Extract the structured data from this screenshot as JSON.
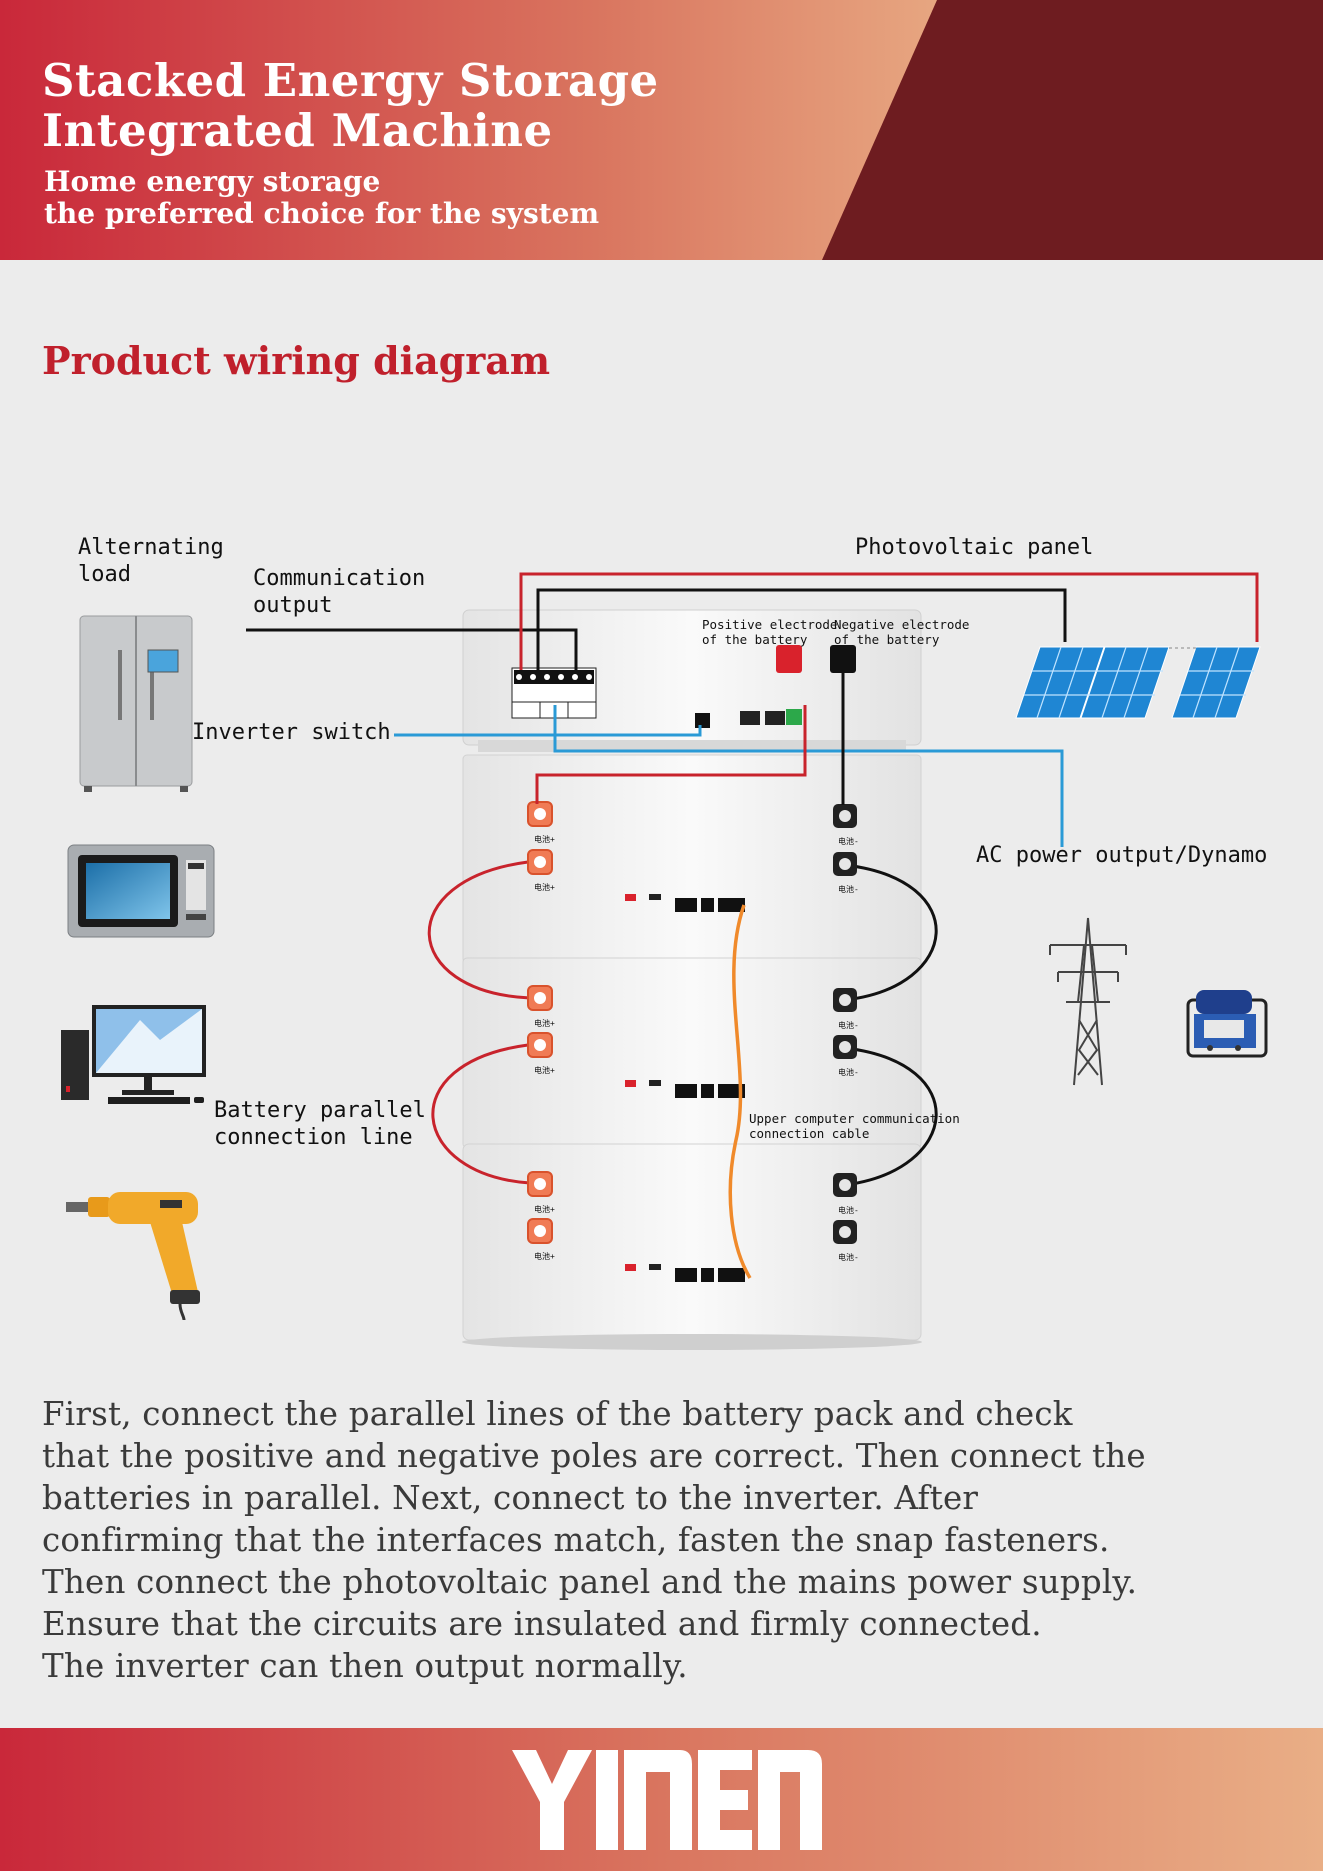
{
  "header": {
    "title": "Stacked Energy Storage\nIntegrated Machine",
    "subtitle": "Home energy storage\nthe preferred choice for the system"
  },
  "section_title": "Product wiring diagram",
  "diagram": {
    "labels": {
      "alternating_load": "Alternating\nload",
      "communication_output": "Communication\noutput",
      "inverter_switch": "Inverter switch",
      "photovoltaic_panel": "Photovoltaic panel",
      "positive_electrode": "Positive electrode\nof the battery",
      "negative_electrode": "Negative electrode\nof the battery",
      "ac_power_output": "AC power output/Dynamo",
      "battery_parallel": "Battery parallel\nconnection line",
      "upper_computer": "Upper computer communication\nconnection cable"
    },
    "terminal_pos": "电池+",
    "terminal_neg": "电池-",
    "wire_colors": {
      "positive": "#c8232c",
      "negative": "#111111",
      "signal": "#2a9ad6",
      "communication": "#f08a2b"
    },
    "icons": [
      "refrigerator-icon",
      "microwave-icon",
      "desktop-computer-icon",
      "electric-drill-icon",
      "solar-panel-icon",
      "transmission-tower-icon",
      "generator-icon"
    ]
  },
  "instructions": "First, connect the parallel lines of the battery pack and check\nthat the positive and negative poles are correct. Then connect the\nbatteries in parallel. Next, connect to the inverter. After\nconfirming that the interfaces match, fasten the snap fasteners.\nThen connect the photovoltaic panel and the mains power supply.\nEnsure that the circuits are insulated and firmly connected.\nThe inverter can then output normally.",
  "footer": {
    "logo_text": "YINEN"
  }
}
